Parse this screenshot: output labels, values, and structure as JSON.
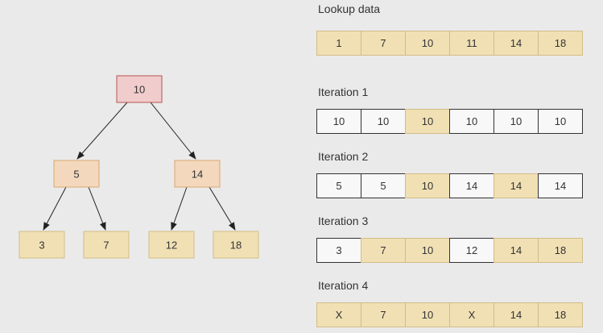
{
  "colors": {
    "background": "#eaeaea",
    "root_fill": "#f1cccc",
    "root_stroke": "#b85450",
    "inner_fill": "#f3d8bd",
    "inner_stroke": "#d9a772",
    "leaf_fill": "#f0e0b4",
    "leaf_stroke": "#d2bd86",
    "cell_plain": "#f8f8f8"
  },
  "tree": {
    "nodes": [
      {
        "id": "n10",
        "label": "10",
        "role": "root"
      },
      {
        "id": "n5",
        "label": "5",
        "role": "inner"
      },
      {
        "id": "n14",
        "label": "14",
        "role": "inner"
      },
      {
        "id": "n3",
        "label": "3",
        "role": "leaf"
      },
      {
        "id": "n7",
        "label": "7",
        "role": "leaf"
      },
      {
        "id": "n12",
        "label": "12",
        "role": "leaf"
      },
      {
        "id": "n18",
        "label": "18",
        "role": "leaf"
      }
    ],
    "edges": [
      {
        "from": "n10",
        "to": "n5"
      },
      {
        "from": "n10",
        "to": "n14"
      },
      {
        "from": "n5",
        "to": "n3"
      },
      {
        "from": "n5",
        "to": "n7"
      },
      {
        "from": "n14",
        "to": "n12"
      },
      {
        "from": "n14",
        "to": "n18"
      }
    ]
  },
  "lookup": {
    "title": "Lookup data",
    "cells": [
      {
        "value": "1",
        "highlight": true
      },
      {
        "value": "7",
        "highlight": true
      },
      {
        "value": "10",
        "highlight": true
      },
      {
        "value": "11",
        "highlight": true
      },
      {
        "value": "14",
        "highlight": true
      },
      {
        "value": "18",
        "highlight": true
      }
    ]
  },
  "iterations": [
    {
      "title": "Iteration 1",
      "cells": [
        {
          "value": "10",
          "highlight": false
        },
        {
          "value": "10",
          "highlight": false
        },
        {
          "value": "10",
          "highlight": true
        },
        {
          "value": "10",
          "highlight": false
        },
        {
          "value": "10",
          "highlight": false
        },
        {
          "value": "10",
          "highlight": false
        }
      ]
    },
    {
      "title": "Iteration 2",
      "cells": [
        {
          "value": "5",
          "highlight": false
        },
        {
          "value": "5",
          "highlight": false
        },
        {
          "value": "10",
          "highlight": true
        },
        {
          "value": "14",
          "highlight": false
        },
        {
          "value": "14",
          "highlight": true
        },
        {
          "value": "14",
          "highlight": false
        }
      ]
    },
    {
      "title": "Iteration 3",
      "cells": [
        {
          "value": "3",
          "highlight": false
        },
        {
          "value": "7",
          "highlight": true
        },
        {
          "value": "10",
          "highlight": true
        },
        {
          "value": "12",
          "highlight": false
        },
        {
          "value": "14",
          "highlight": true
        },
        {
          "value": "18",
          "highlight": true
        }
      ]
    },
    {
      "title": "Iteration 4",
      "cells": [
        {
          "value": "X",
          "highlight": true
        },
        {
          "value": "7",
          "highlight": true
        },
        {
          "value": "10",
          "highlight": true
        },
        {
          "value": "X",
          "highlight": true
        },
        {
          "value": "14",
          "highlight": true
        },
        {
          "value": "18",
          "highlight": true
        }
      ]
    }
  ]
}
